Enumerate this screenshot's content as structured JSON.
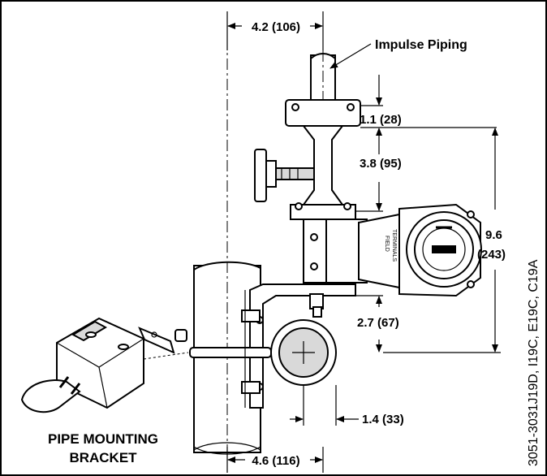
{
  "dimensions": {
    "top_width": "4.2 (106)",
    "flange_height": "1.1 (28)",
    "manifold_height": "3.8 (95)",
    "overall_height_in": "9.6",
    "overall_height_mm": "(243)",
    "bracket_offset": "2.7 (67)",
    "pipe_offset": "1.4 (33)",
    "bottom_width": "4.6 (116)"
  },
  "callouts": {
    "impulse_piping": "Impulse Piping",
    "bracket_line1": "PIPE MOUNTING",
    "bracket_line2": "BRACKET"
  },
  "drawing_number": "3051-3031J19D, I19C, E19C, C19A",
  "transmitter_text": {
    "terminal_line1": "FIELD",
    "terminal_line2": "TERMINALS"
  }
}
